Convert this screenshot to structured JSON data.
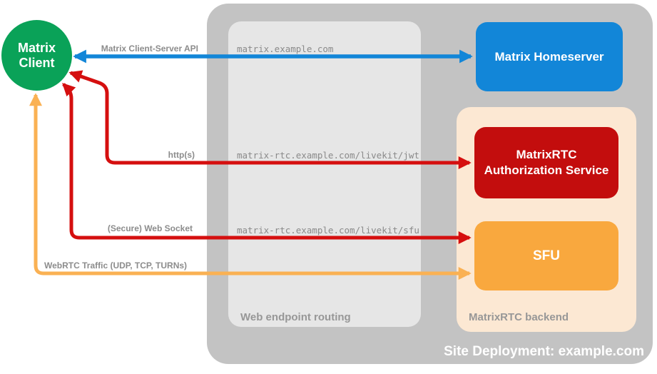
{
  "client": {
    "label": "Matrix Client"
  },
  "deployment": {
    "label": "Site Deployment: example.com"
  },
  "routing": {
    "label": "Web endpoint routing",
    "endpoints": [
      "matrix.example.com",
      "matrix-rtc.example.com/livekit/jwt",
      "matrix-rtc.example.com/livekit/sfu"
    ]
  },
  "backend": {
    "label": "MatrixRTC backend"
  },
  "nodes": {
    "homeserver": {
      "label": "Matrix Homeserver",
      "color": "#1286d8"
    },
    "auth_service": {
      "label": "MatrixRTC Authorization Service",
      "color": "#c30d0d"
    },
    "sfu": {
      "label": "SFU",
      "color": "#f9a83e"
    }
  },
  "connections": [
    {
      "label": "Matrix Client-Server API",
      "from": "Matrix Client",
      "to": "Matrix Homeserver",
      "via": "matrix.example.com",
      "color": "#1286d8",
      "bidirectional": true
    },
    {
      "label": "http(s)",
      "from": "Matrix Client",
      "to": "MatrixRTC Authorization Service",
      "via": "matrix-rtc.example.com/livekit/jwt",
      "color": "#d50f0f",
      "bidirectional": true
    },
    {
      "label": "(Secure) Web Socket",
      "from": "Matrix Client",
      "to": "SFU",
      "via": "matrix-rtc.example.com/livekit/sfu",
      "color": "#d50f0f",
      "bidirectional": true
    },
    {
      "label": "WebRTC Traffic (UDP, TCP, TURNs)",
      "from": "Matrix Client",
      "to": "SFU",
      "color": "#fab153",
      "bidirectional": true
    }
  ],
  "palette": {
    "outer_container_gray": "#c3c3c3",
    "routing_box_gray": "#e6e6e6",
    "backend_box_peach": "#fce8d3",
    "client_green": "#0aa258",
    "label_gray": "#8c8c8c",
    "endpoint_text_gray": "#8a8a8a"
  }
}
